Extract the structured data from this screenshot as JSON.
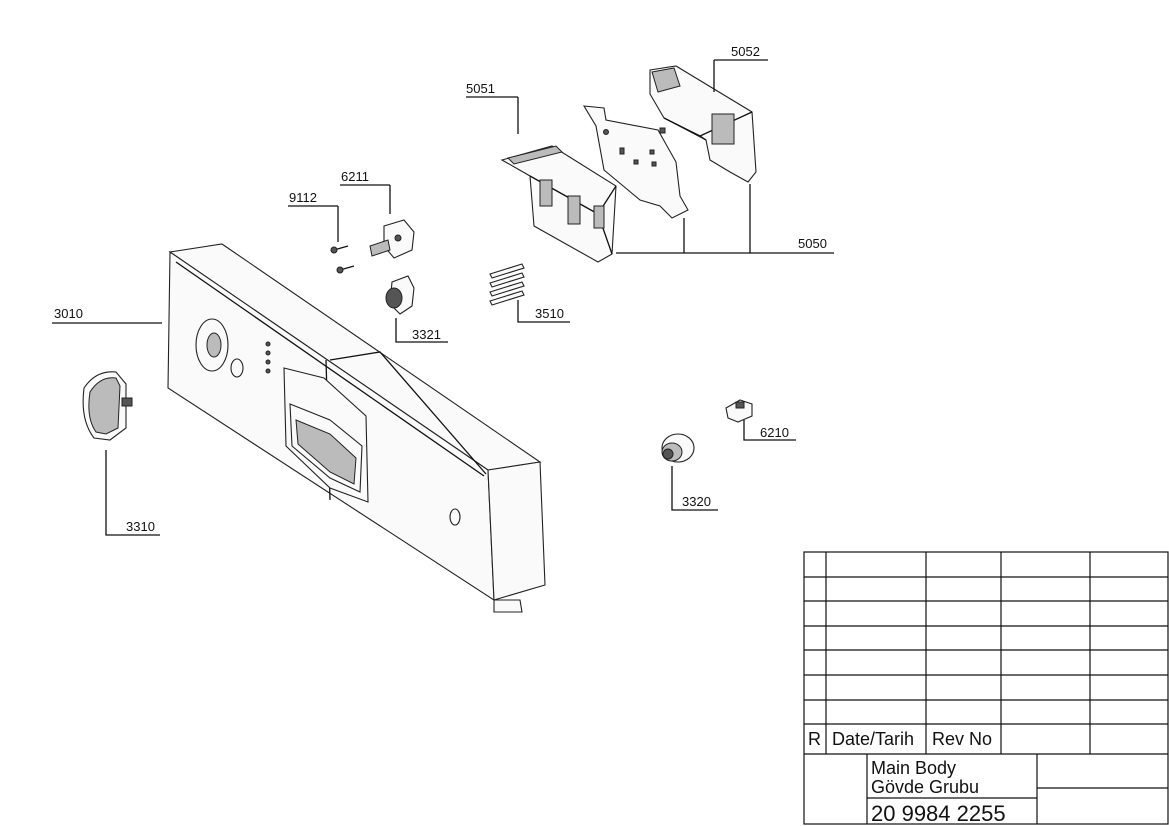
{
  "parts": [
    {
      "id": "p5052",
      "label": "5052"
    },
    {
      "id": "p5051",
      "label": "5051"
    },
    {
      "id": "p6211",
      "label": "6211"
    },
    {
      "id": "p9112",
      "label": "9112"
    },
    {
      "id": "p5050",
      "label": "5050"
    },
    {
      "id": "p3010",
      "label": "3010"
    },
    {
      "id": "p3321",
      "label": "3321"
    },
    {
      "id": "p3510",
      "label": "3510"
    },
    {
      "id": "p6210",
      "label": "6210"
    },
    {
      "id": "p3310",
      "label": "3310"
    },
    {
      "id": "p3320",
      "label": "3320"
    }
  ],
  "title_block": {
    "rev_col": "R",
    "date_col": "Date/Tarih",
    "revno_col": "Rev No",
    "title_en": "Main Body",
    "title_tr": "Gövde Grubu",
    "drawing_number": "20 9984 2255"
  }
}
